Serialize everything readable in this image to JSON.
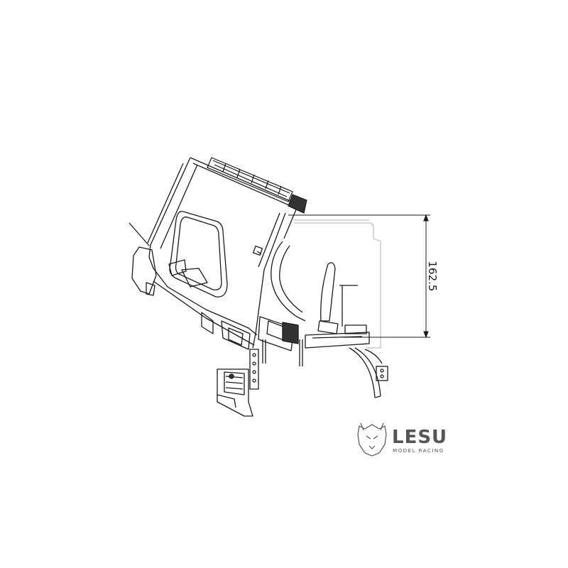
{
  "drawing": {
    "dimension_label": "162.5",
    "colors": {
      "line": "#1a1a1a",
      "ghost": "#bdbdbd",
      "logo": "#555555"
    }
  },
  "logo": {
    "brand": "LESU",
    "tagline": "MODEL RACING",
    "icon": "lion-head-icon"
  }
}
